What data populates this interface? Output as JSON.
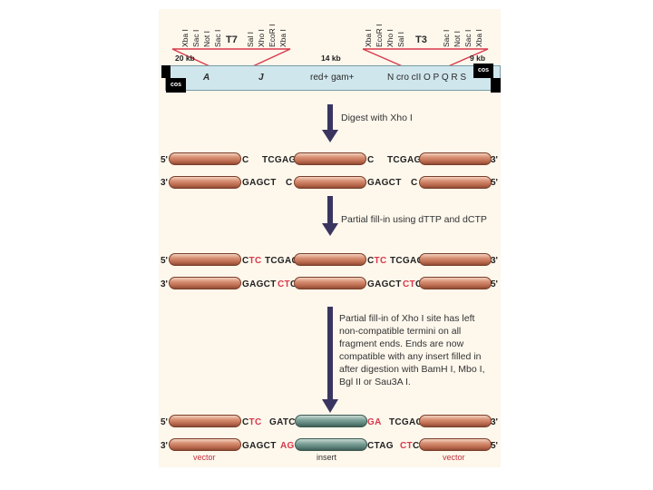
{
  "vector_map": {
    "left_sites": [
      "Xba I",
      "Sac I",
      "Not I",
      "Sac I"
    ],
    "left_promoter": "T7",
    "left_sites_after": [
      "Sal I",
      "Xho I",
      "EcoR I",
      "Xba I"
    ],
    "right_sites_before": [
      "Xba I",
      "EcoR I",
      "Xho I",
      "Sal I"
    ],
    "right_promoter": "T3",
    "right_sites": [
      "Sac I",
      "Not I",
      "Sac I",
      "Xba I"
    ],
    "left_arm_size": "20 kb",
    "stuffer_size": "14 kb",
    "right_arm_size": "9 kb",
    "cos_left": "cos",
    "cos_right": "cos",
    "left_arm_genes_start": "A",
    "left_arm_genes_end": "J",
    "stuffer_genes": "red+ gam+",
    "right_arm_genes": "N cro cII O P Q R S"
  },
  "steps": {
    "step1": "Digest with Xho I",
    "step2": "Partial fill-in using dTTP and dCTP",
    "step3": "Partial fill-in of Xho I site has left non-compatible termini on all fragment ends. Ends are now compatible with any insert filled in after digestion with BamH I, Mbo I, Bgl II or Sau3A I."
  },
  "ends": {
    "five_prime": "5'",
    "three_prime": "3'"
  },
  "row1": {
    "top_a": "C",
    "top_b": "TCGAG",
    "top_c": "C",
    "top_d": "TCGAG",
    "bot_a": "GAGCT",
    "bot_b": "C",
    "bot_c": "GAGCT",
    "bot_d": "C"
  },
  "row2": {
    "top_a_black": "C",
    "top_a_red": "TC",
    "top_b": "TCGAG",
    "top_c_black": "C",
    "top_c_red": "TC",
    "top_d": "TCGAG",
    "bot_a": "GAGCT",
    "bot_b_red": "CT",
    "bot_b_black": "C",
    "bot_c": "GAGCT",
    "bot_d_red": "CT",
    "bot_d_black": "C"
  },
  "row3": {
    "top_a_black": "C",
    "top_a_red": "TC",
    "top_ins": "GATC",
    "top_red2": "GA",
    "top_b": "TCGAG",
    "bot_a": "GAGCT",
    "bot_red": "AG",
    "bot_ins": "CTAG",
    "bot_red2": "CT",
    "bot_black2": "C"
  },
  "labels": {
    "vector_left": "vector",
    "insert": "insert",
    "vector_right": "vector"
  },
  "colors": {
    "arrow": "#3a3560",
    "red_text": "#d8384a",
    "vector": "#c77a5c",
    "insert": "#6f958c"
  }
}
